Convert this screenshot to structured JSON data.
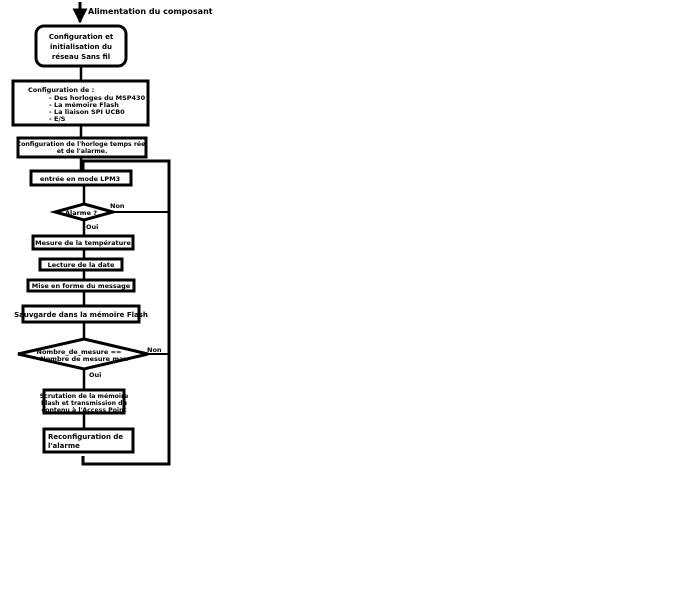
{
  "entry_label": "Alimentation du composant",
  "start_box": [
    "Configuration et",
    "initialisation du",
    "réseau Sans fil"
  ],
  "config_box": {
    "heading": "Configuration de :",
    "items": [
      "- Des horloges du MSP430",
      "- La mémoire Flash",
      "- La liaison SPI UCB0",
      "- E/S"
    ]
  },
  "rtc_box": [
    "Configuration de l'horloge temps réel",
    "et de l'alarme."
  ],
  "lpm3_box": "entrée en mode LPM3",
  "alarm_decision": {
    "question": "Alarme ?",
    "no_label": "Non",
    "yes_label": "Oui"
  },
  "temperature_box": "Mesure de la température",
  "date_box": "Lecture de la date",
  "format_box": "Mise en forme du message",
  "save_box": "Sauvgarde dans la mémoire Flash",
  "count_decision": {
    "question": [
      "Nombre_de_mesure ==",
      "Nombre de mesure max"
    ],
    "no_label": "Non",
    "yes_label": "Oui"
  },
  "scan_box": [
    "Scrutation de la mémoire",
    "Flash et transmission du",
    "contenu à l'Access Point"
  ],
  "reconfig_box": [
    "Reconfiguration de",
    "l'alarme"
  ]
}
